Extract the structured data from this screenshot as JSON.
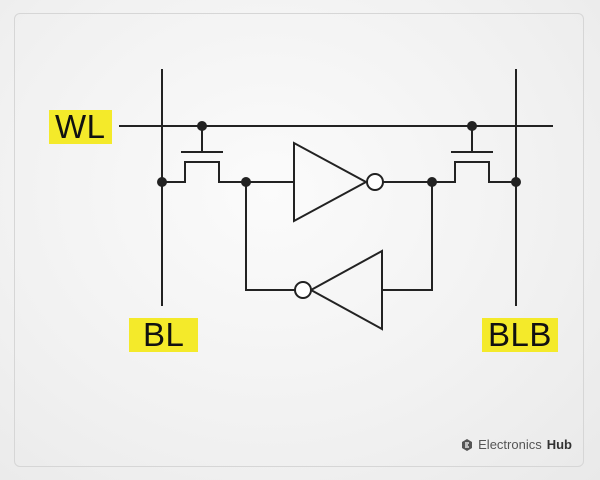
{
  "labels": {
    "word_line": "WL",
    "bit_line": "BL",
    "bit_line_bar": "BLB"
  },
  "branding": {
    "name_regular": "Electronics",
    "name_bold": "Hub"
  },
  "colors": {
    "label_background": "#f4ea2a",
    "wire": "#222222"
  }
}
